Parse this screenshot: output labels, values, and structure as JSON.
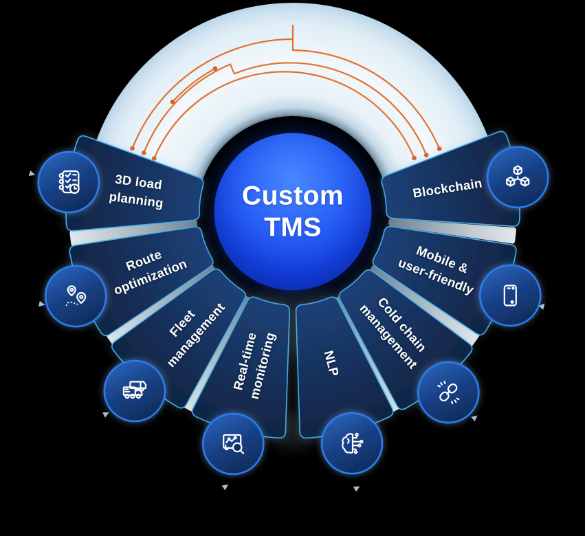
{
  "center": {
    "title_lines": [
      "Custom",
      "TMS"
    ]
  },
  "segments": [
    {
      "label_lines": [
        "3D load",
        "planning"
      ],
      "icon": "checklist-clock-icon"
    },
    {
      "label_lines": [
        "Route",
        "optimization"
      ],
      "icon": "route-pins-icon"
    },
    {
      "label_lines": [
        "Fleet",
        "management"
      ],
      "icon": "fleet-trucks-icon"
    },
    {
      "label_lines": [
        "Real-time",
        "monitoring"
      ],
      "icon": "monitor-chart-magnifier-icon"
    },
    {
      "label_lines": [
        "NLP"
      ],
      "icon": "ai-brain-circuit-icon"
    },
    {
      "label_lines": [
        "Cold chain",
        "management"
      ],
      "icon": "chain-link-icon"
    },
    {
      "label_lines": [
        "Mobile &",
        "user-friendly"
      ],
      "icon": "smartphone-icon"
    },
    {
      "label_lines": [
        "Blockchain"
      ],
      "icon": "blockchain-cubes-icon"
    }
  ],
  "colors": {
    "background": "#000000",
    "panel_navy": "#16305A",
    "panel_border": "#46AEE8",
    "icon_circle_border": "#2B7BF0",
    "center_blue": "#1D52F0",
    "top_arc_light": "#E8F2F8",
    "circuit_orange": "#E2702E",
    "separator_gray": "#B7C0C6",
    "arrow_light_blue": "#B7D7EC",
    "text_white": "#FFFFFF"
  }
}
